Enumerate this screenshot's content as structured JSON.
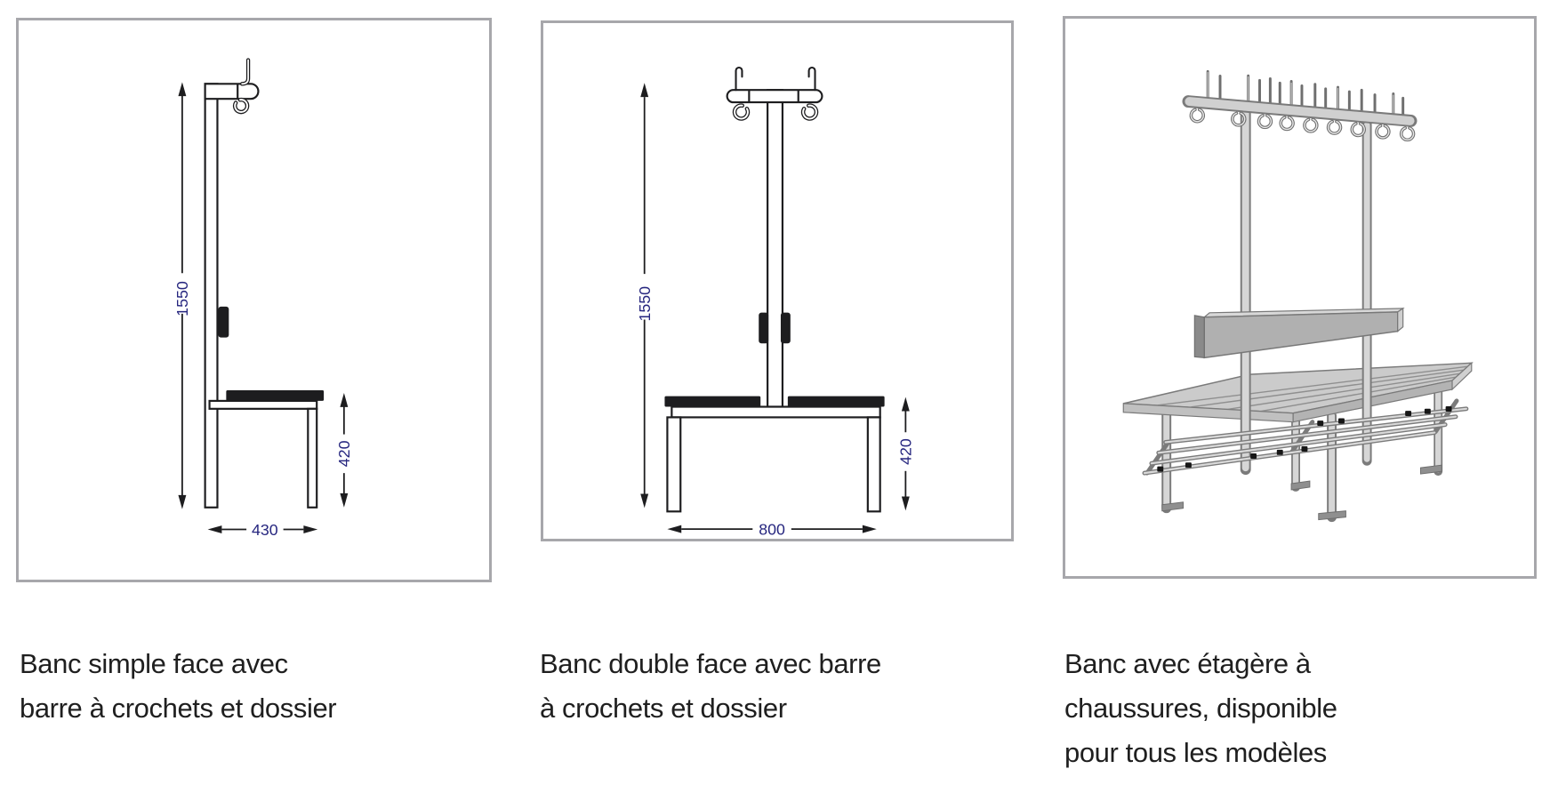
{
  "figures": [
    {
      "caption_lines": [
        "Banc simple face avec",
        "barre à crochets et dossier"
      ],
      "dimensions": {
        "height": "1550",
        "seat_height": "420",
        "depth": "430"
      }
    },
    {
      "caption_lines": [
        "Banc double face avec barre",
        "à crochets et dossier"
      ],
      "dimensions": {
        "height": "1550",
        "seat_height": "420",
        "width": "800"
      }
    },
    {
      "caption_lines": [
        "Banc avec étagère à",
        "chaussures, disponible",
        "pour tous les modèles"
      ]
    }
  ],
  "colors": {
    "panel_border": "#a7a7ab",
    "drawing_line": "#1d1d1f",
    "dimension_text": "#26267f",
    "caption_text": "#1f1f1f",
    "render_gray_light": "#d6d6d6",
    "render_gray_mid": "#b3b3b3",
    "render_gray_dark": "#7b7b7b"
  }
}
